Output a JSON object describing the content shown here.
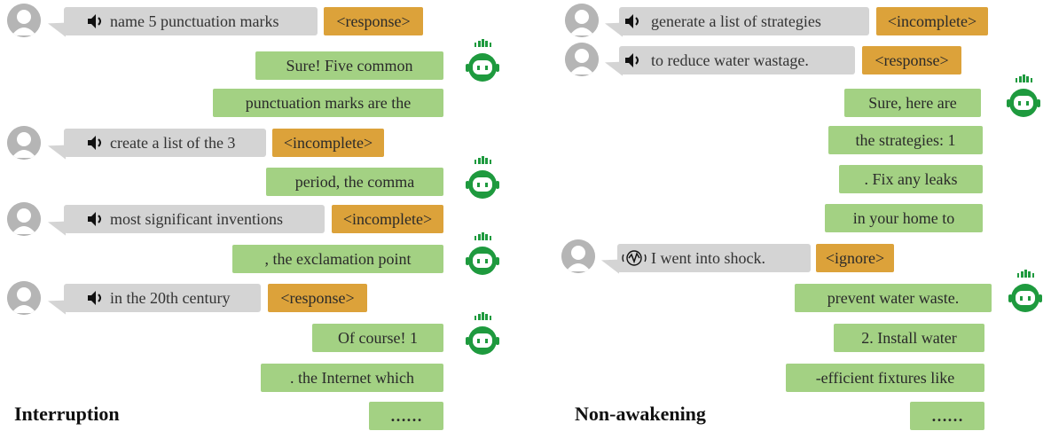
{
  "left": {
    "caption": "Interruption",
    "user": [
      {
        "text": "name 5 punctuation marks",
        "tag": "<response>"
      },
      {
        "text": "create a list of the 3",
        "tag": "<incomplete>"
      },
      {
        "text": "most significant inventions",
        "tag": "<incomplete>"
      },
      {
        "text": "in the 20th century",
        "tag": "<response>"
      }
    ],
    "bot": [
      "Sure! Five common",
      "punctuation marks are the",
      "period, the comma",
      ", the exclamation point",
      "Of course! 1",
      ". the Internet which",
      "……"
    ]
  },
  "right": {
    "caption": "Non-awakening",
    "user": [
      {
        "text": "generate a list of strategies",
        "tag": "<incomplete>"
      },
      {
        "text": "to reduce water wastage.",
        "tag": "<response>"
      },
      {
        "text": "I went into shock.",
        "tag": "<ignore>"
      }
    ],
    "bot": [
      "Sure, here are",
      "the strategies: 1",
      ". Fix any leaks",
      "in your home to",
      "prevent water waste.",
      "2. Install water",
      "-efficient fixtures like",
      "……"
    ]
  },
  "icons": {
    "user_avatar": "user-avatar-icon",
    "speech": "speaker-icon",
    "audio_wave": "audio-wave-icon",
    "robot": "robot-icon"
  },
  "colors": {
    "user_bubble": "#d4d4d4",
    "tag": "#dca23a",
    "bot_bubble": "#a3d183",
    "robot": "#1e9a3e",
    "avatar": "#b5b5b5"
  }
}
